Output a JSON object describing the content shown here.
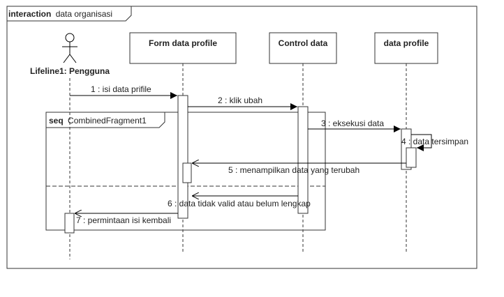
{
  "frame": {
    "keyword": "interaction",
    "name": "data organisasi"
  },
  "actor": {
    "label": "Lifeline1: Pengguna"
  },
  "lifelines": [
    {
      "label": "Form data profile"
    },
    {
      "label": "Control data"
    },
    {
      "label": "data profile"
    }
  ],
  "fragment": {
    "keyword": "seq",
    "name": "CombinedFragment1"
  },
  "messages": [
    {
      "label": "1 : isi data prifile"
    },
    {
      "label": "2 : klik ubah"
    },
    {
      "label": "3 : eksekusi data"
    },
    {
      "label": "4 : data tersimpan"
    },
    {
      "label": "5 : menampilkan data yang terubah"
    },
    {
      "label": "6 : data tidak valid atau belum lengkap"
    },
    {
      "label": "7 : permintaan isi kembali"
    }
  ]
}
